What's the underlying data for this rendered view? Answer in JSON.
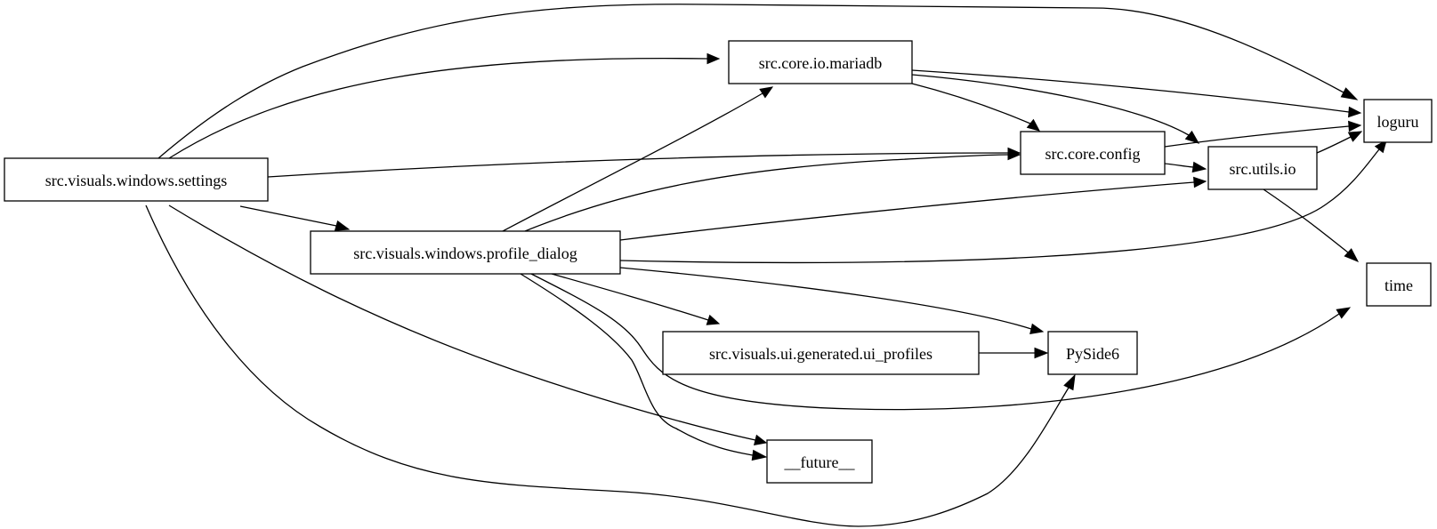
{
  "graph": {
    "nodes": [
      {
        "id": "settings",
        "label": "src.visuals.windows.settings"
      },
      {
        "id": "mariadb",
        "label": "src.core.io.mariadb"
      },
      {
        "id": "config",
        "label": "src.core.config"
      },
      {
        "id": "utils_io",
        "label": "src.utils.io"
      },
      {
        "id": "loguru",
        "label": "loguru"
      },
      {
        "id": "time",
        "label": "time"
      },
      {
        "id": "profile_dialog",
        "label": "src.visuals.windows.profile_dialog"
      },
      {
        "id": "ui_profiles",
        "label": "src.visuals.ui.generated.ui_profiles"
      },
      {
        "id": "pyside6",
        "label": "PySide6"
      },
      {
        "id": "future",
        "label": "__future__"
      }
    ],
    "edges": [
      {
        "from": "settings",
        "to": "loguru"
      },
      {
        "from": "settings",
        "to": "mariadb"
      },
      {
        "from": "settings",
        "to": "config"
      },
      {
        "from": "settings",
        "to": "profile_dialog"
      },
      {
        "from": "settings",
        "to": "future"
      },
      {
        "from": "settings",
        "to": "pyside6"
      },
      {
        "from": "mariadb",
        "to": "loguru"
      },
      {
        "from": "mariadb",
        "to": "config"
      },
      {
        "from": "mariadb",
        "to": "utils_io"
      },
      {
        "from": "config",
        "to": "loguru"
      },
      {
        "from": "config",
        "to": "utils_io"
      },
      {
        "from": "utils_io",
        "to": "loguru"
      },
      {
        "from": "utils_io",
        "to": "time"
      },
      {
        "from": "profile_dialog",
        "to": "mariadb"
      },
      {
        "from": "profile_dialog",
        "to": "config"
      },
      {
        "from": "profile_dialog",
        "to": "utils_io"
      },
      {
        "from": "profile_dialog",
        "to": "loguru"
      },
      {
        "from": "profile_dialog",
        "to": "pyside6"
      },
      {
        "from": "profile_dialog",
        "to": "ui_profiles"
      },
      {
        "from": "profile_dialog",
        "to": "time"
      },
      {
        "from": "profile_dialog",
        "to": "future"
      },
      {
        "from": "ui_profiles",
        "to": "pyside6"
      }
    ]
  }
}
